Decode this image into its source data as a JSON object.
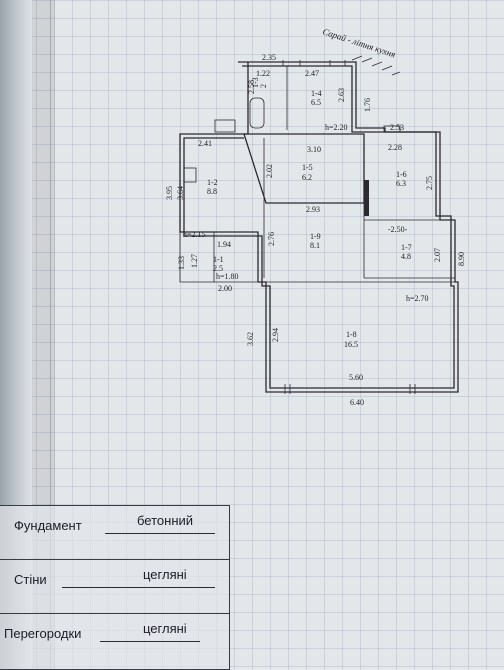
{
  "plan": {
    "annotation": "Сарай - літня кухня",
    "rooms": [
      {
        "id": "1-1",
        "area": "2.5"
      },
      {
        "id": "1-2",
        "area": "8.8"
      },
      {
        "id": "1-3",
        "area": "2"
      },
      {
        "id": "1-4",
        "area": "6.5"
      },
      {
        "id": "1-5",
        "area": "6.2"
      },
      {
        "id": "1-6",
        "area": "6.3"
      },
      {
        "id": "1-7",
        "area": "4.8"
      },
      {
        "id": "1-8",
        "area": "16.5"
      },
      {
        "id": "1-9",
        "area": "8.1"
      }
    ],
    "dimensions": {
      "d1": "2.35",
      "d2": "1.22",
      "d3": "2.47",
      "d4": "2.58",
      "d5": "2.63",
      "d6": "1.76",
      "d7": "h=2.20",
      "d8": "2.53",
      "d9": "2.41",
      "d10": "3.10",
      "d11": "2.28",
      "d12": "3.95",
      "d13": "3.64",
      "d14": "2.02",
      "d15": "2.75",
      "d16": "2.93",
      "d17": "h=2.15",
      "d18": "1.94",
      "d19": "2.76",
      "d20": "-2.50-",
      "d21": "2.07",
      "d22": "8.90",
      "d23": "1.33",
      "d24": "1.27",
      "d25": "h=1.80",
      "d26": "2.00",
      "d27": "h=2.70",
      "d28": "3.62",
      "d29": "2.94",
      "d30": "5.60",
      "d31": "6.40"
    }
  },
  "table": {
    "foundation_label": "Фундамент",
    "foundation_value": "бетонний",
    "walls_label": "Стіни",
    "walls_value": "цегляні",
    "partitions_label": "Перегородки",
    "partitions_value": "цегляні"
  }
}
